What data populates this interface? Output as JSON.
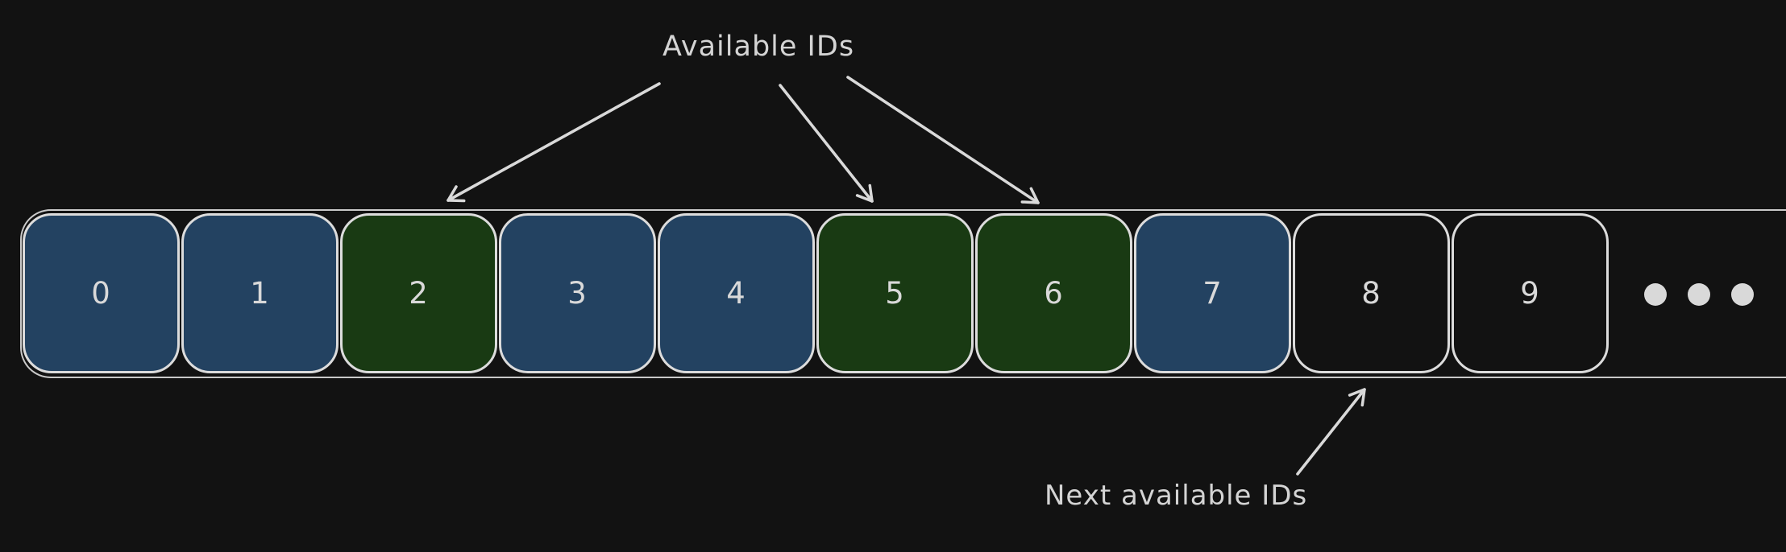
{
  "diagram": {
    "title_note": "",
    "background": "#121212",
    "stroke_color": "#d9d9d9",
    "colors": {
      "allocated_blue": "#234261",
      "available_green": "#193a13",
      "next_black": "#121212"
    },
    "labels": {
      "available": "Available IDs",
      "next_available": "Next available IDs"
    },
    "cells": [
      {
        "label": "0",
        "state": "allocated"
      },
      {
        "label": "1",
        "state": "allocated"
      },
      {
        "label": "2",
        "state": "available"
      },
      {
        "label": "3",
        "state": "allocated"
      },
      {
        "label": "4",
        "state": "allocated"
      },
      {
        "label": "5",
        "state": "available"
      },
      {
        "label": "6",
        "state": "available"
      },
      {
        "label": "7",
        "state": "allocated"
      },
      {
        "label": "8",
        "state": "next"
      },
      {
        "label": "9",
        "state": "next"
      }
    ],
    "ellipsis_dots": 3
  }
}
